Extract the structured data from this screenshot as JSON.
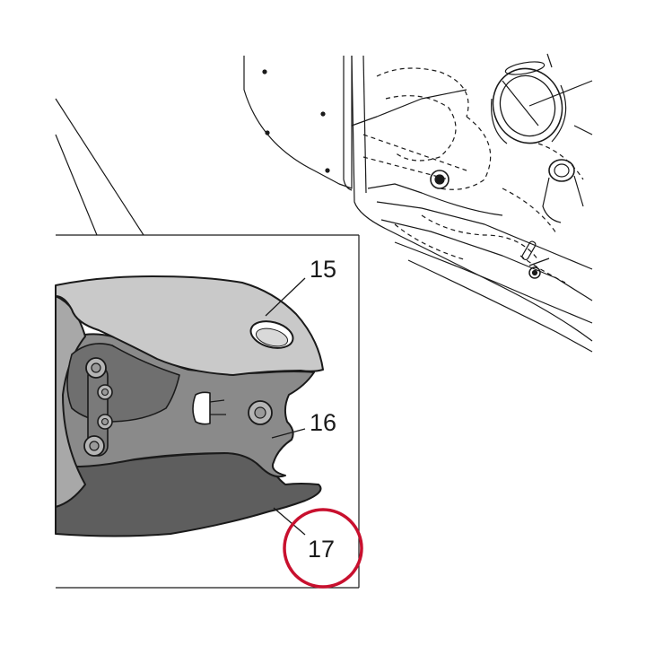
{
  "callouts": {
    "part_15": "15",
    "part_16": "16",
    "part_17": "17"
  },
  "highlight": {
    "target": "17",
    "color": "#c8102e"
  },
  "colors": {
    "line": "#1a1a1a",
    "upper_plate": "#c9c9c9",
    "middle_plate": "#8a8a8a",
    "lower_plate": "#5e5e5e",
    "bolt": "#b5b5b5"
  }
}
